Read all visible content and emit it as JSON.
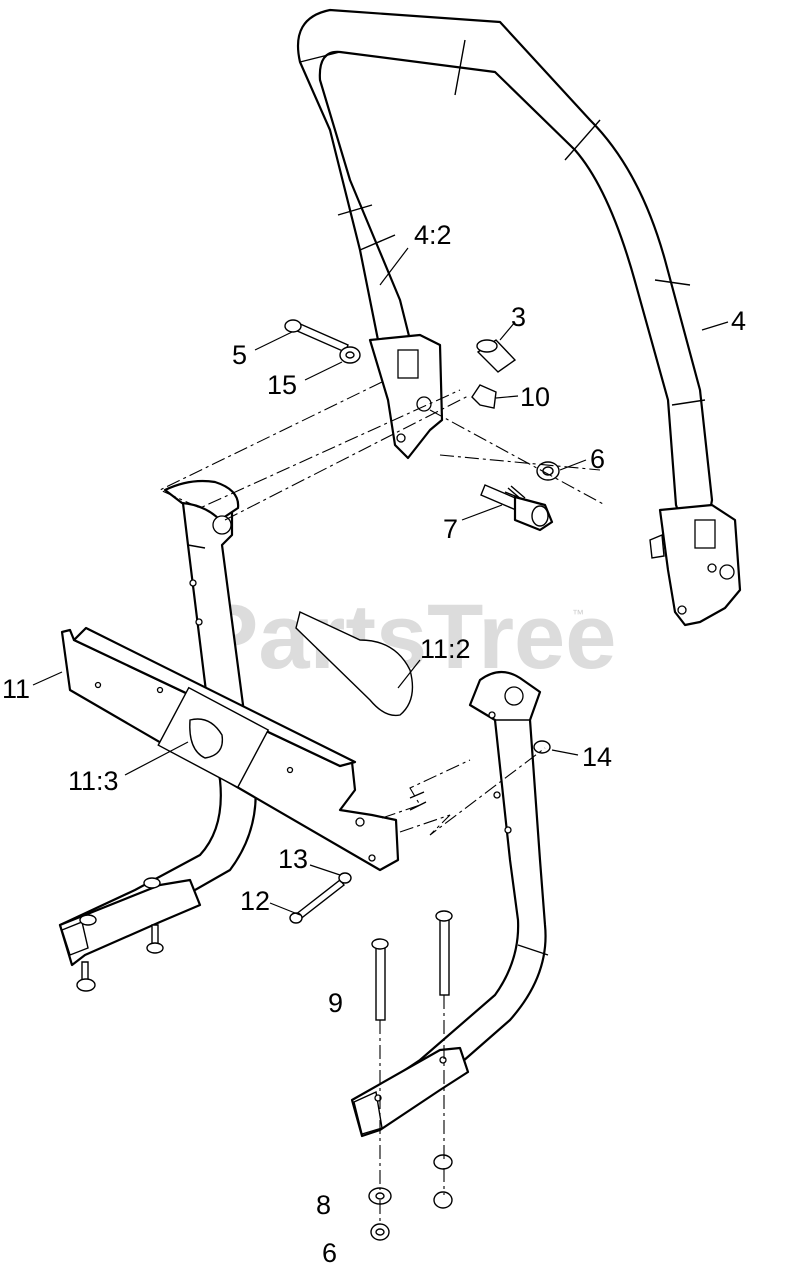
{
  "watermark": {
    "text": "PartsTree",
    "trademark": "™"
  },
  "callouts": [
    {
      "id": "4",
      "label": "4:2"
    },
    {
      "id": "3",
      "label": "3"
    },
    {
      "id": "4b",
      "label": "4"
    },
    {
      "id": "5",
      "label": "5"
    },
    {
      "id": "15",
      "label": "15"
    },
    {
      "id": "10",
      "label": "10"
    },
    {
      "id": "6",
      "label": "6"
    },
    {
      "id": "7",
      "label": "7"
    },
    {
      "id": "11",
      "label": "11"
    },
    {
      "id": "11b",
      "label": "11:2"
    },
    {
      "id": "14",
      "label": "14"
    },
    {
      "id": "11c",
      "label": "11:3"
    },
    {
      "id": "13",
      "label": "13"
    },
    {
      "id": "12",
      "label": "12"
    },
    {
      "id": "9",
      "label": "9"
    },
    {
      "id": "8",
      "label": "8"
    },
    {
      "id": "6b",
      "label": "6"
    }
  ]
}
